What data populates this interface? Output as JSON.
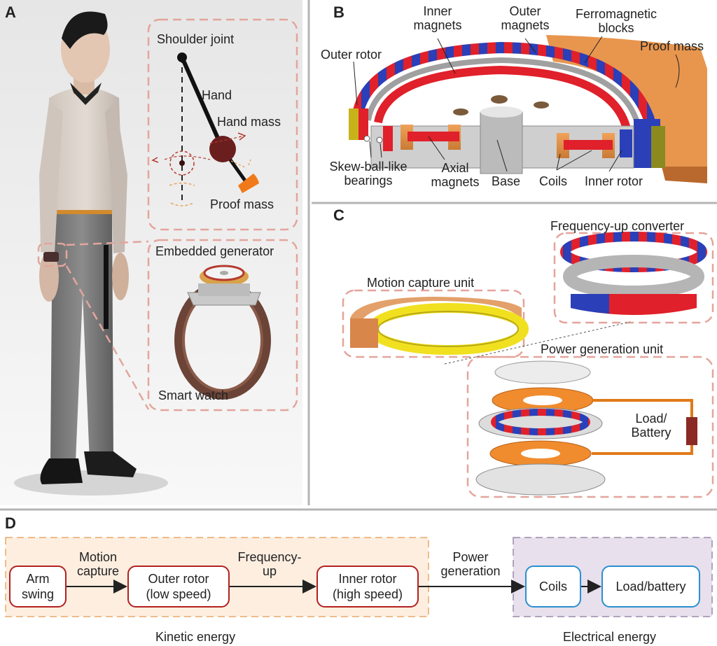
{
  "panels": {
    "a": "A",
    "b": "B",
    "c": "C",
    "d": "D"
  },
  "panel_a": {
    "shoulder_joint": "Shoulder joint",
    "hand": "Hand",
    "hand_mass": "Hand mass",
    "proof_mass": "Proof mass",
    "embedded_generator": "Embedded generator",
    "smart_watch": "Smart watch"
  },
  "panel_b": {
    "inner_magnets": [
      "Inner",
      "magnets"
    ],
    "outer_magnets": [
      "Outer",
      "magnets"
    ],
    "ferromagnetic_blocks": [
      "Ferromagnetic",
      "blocks"
    ],
    "proof_mass": "Proof mass",
    "outer_rotor": "Outer rotor",
    "bearings": [
      "Skew-ball-like",
      "bearings"
    ],
    "axial_magnets": [
      "Axial",
      "magnets"
    ],
    "base": "Base",
    "coils": "Coils",
    "inner_rotor": "Inner rotor"
  },
  "panel_c": {
    "frequency_up_converter": "Frequency-up converter",
    "motion_capture_unit": "Motion capture unit",
    "power_generation_unit": "Power generation unit",
    "load_battery": [
      "Load/",
      "Battery"
    ]
  },
  "panel_d": {
    "arm_swing": [
      "Arm",
      "swing"
    ],
    "motion_capture": [
      "Motion",
      "capture"
    ],
    "outer_rotor": [
      "Outer rotor",
      "(low speed)"
    ],
    "frequency_up": [
      "Frequency-",
      "up"
    ],
    "inner_rotor": [
      "Inner rotor",
      "(high speed)"
    ],
    "power_generation": [
      "Power",
      "generation"
    ],
    "coils": "Coils",
    "load_battery": "Load/battery",
    "kinetic_energy": "Kinetic energy",
    "electrical_energy": "Electrical energy"
  },
  "colors": {
    "dashed_salmon": "#e3a59b",
    "orange": "#e08a3c",
    "red_box": "#b32020",
    "blue_box": "#2a8fd0",
    "kinetic_bg": "#fdeee0",
    "electrical_bg": "#e8e0ec",
    "magnet_red": "#e0202a",
    "magnet_blue": "#2a3fb8"
  }
}
